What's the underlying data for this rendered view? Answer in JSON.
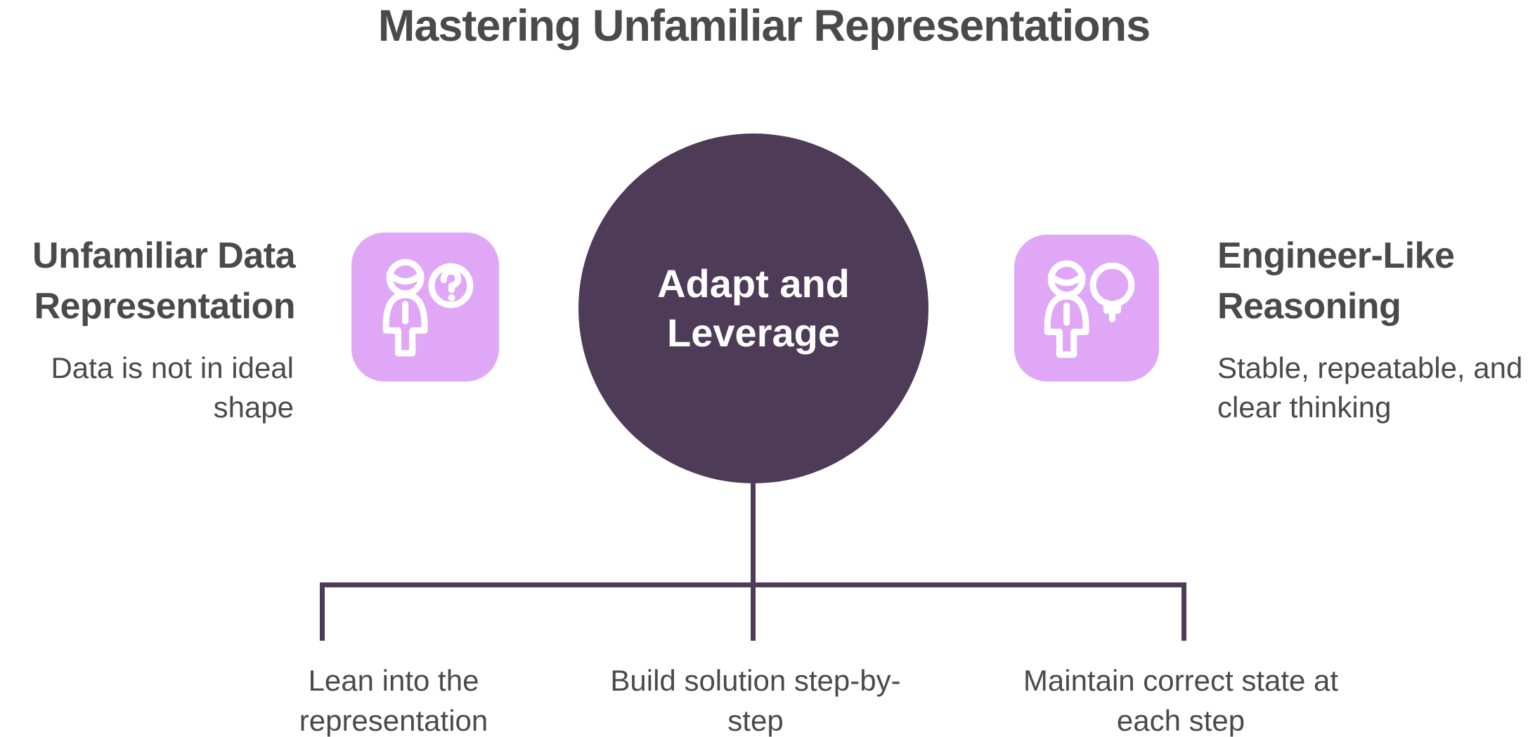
{
  "title": "Mastering Unfamiliar Representations",
  "center": {
    "label": "Adapt and Leverage"
  },
  "left": {
    "heading": "Unfamiliar Data Representation",
    "description": "Data is not in ideal shape",
    "icon": "person-question-icon"
  },
  "right": {
    "heading": "Engineer-Like Reasoning",
    "description": "Stable, repeatable, and clear thinking",
    "icon": "person-lightbulb-icon"
  },
  "branches": [
    {
      "label": "Lean into the representation"
    },
    {
      "label": "Build solution step-by-step"
    },
    {
      "label": "Maintain correct state at each step"
    }
  ],
  "colors": {
    "dark_purple": "#4e3b58",
    "light_purple": "#dfa7f5",
    "text_gray": "#4a4a4a",
    "icon_stroke": "#ffffff",
    "background": "#ffffff"
  }
}
